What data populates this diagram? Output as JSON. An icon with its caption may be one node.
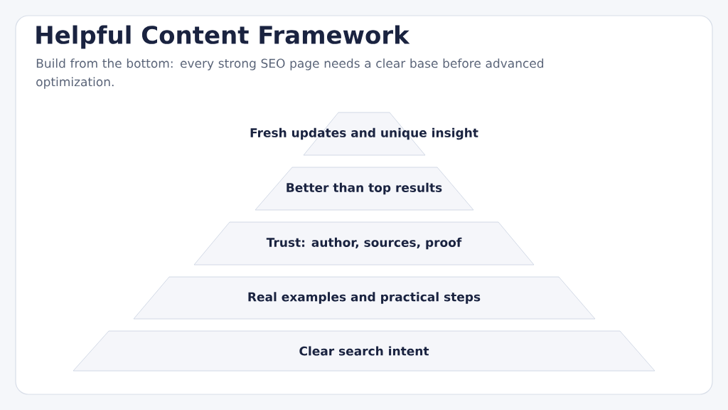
{
  "diagram": {
    "title": "Helpful Content Framework",
    "nodes": [
      {
        "text": [
          "Fresh updates and unique insight"
        ]
      },
      {
        "text": [
          "Better than top results"
        ]
      },
      {
        "text": [
          "Trust: author, sources, proof"
        ]
      },
      {
        "text": [
          "Real examples and practical steps"
        ]
      },
      {
        "text": [
          "Clear search intent"
        ]
      }
    ],
    "labels": [
      "Build from the bottom: every strong SEO page needs a clear base before advanced optimization."
    ]
  }
}
